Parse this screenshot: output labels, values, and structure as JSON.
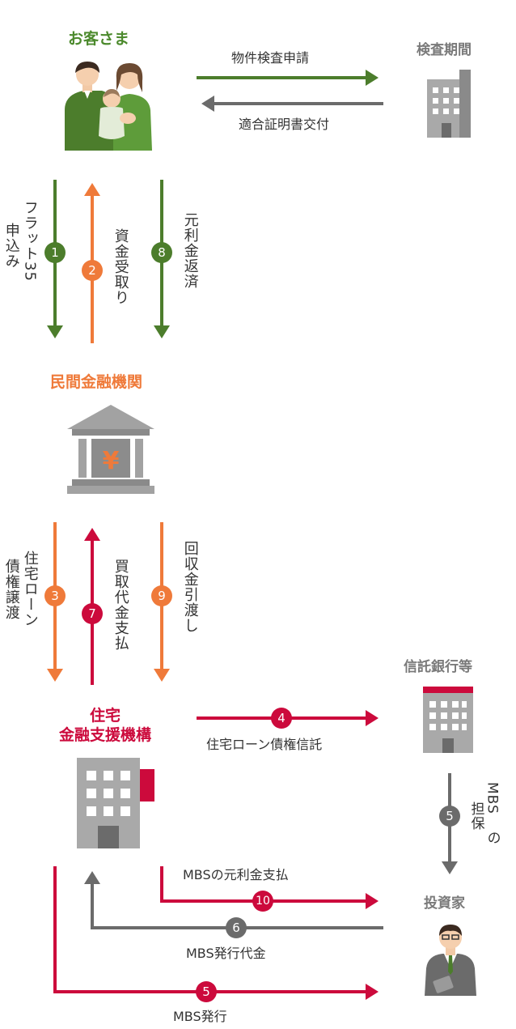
{
  "nodes": {
    "customer": "お客さま",
    "inspection": "検査期間",
    "private_bank": "民間金融機関",
    "jhf_line1": "住宅",
    "jhf_line2": "金融支援機構",
    "trust_bank": "信託銀行等",
    "investor": "投資家"
  },
  "flows": {
    "inspection_request": "物件検査申請",
    "certificate_issue": "適合証明書交付",
    "f1_num": "1",
    "f1_label_a": "フラット35",
    "f1_label_b": "申込み",
    "f2_num": "2",
    "f2_label": "資金受取り",
    "f8_num": "8",
    "f8_label": "元利金返済",
    "f3_num": "3",
    "f3_label_a": "住宅ローン",
    "f3_label_b": "債権譲渡",
    "f7_num": "7",
    "f7_label": "買取代金支払",
    "f9_num": "9",
    "f9_label": "回収金引渡し",
    "f4_num": "4",
    "f4_label": "住宅ローン債権信託",
    "f5a_num": "5",
    "f5a_label_a": "MBS",
    "f5a_label_b": "の",
    "f5a_label_c": "担保",
    "f10_num": "10",
    "f10_label": "MBSの元利金支払",
    "f6_num": "6",
    "f6_label": "MBS発行代金",
    "f5b_num": "5",
    "f5b_label": "MBS発行"
  },
  "colors": {
    "green": "#4c7d2c",
    "grey": "#6b6b6b",
    "orange": "#ef7a3a",
    "red": "#cc0a3c"
  },
  "icons": [
    "family-icon",
    "building-icon",
    "bank-icon",
    "office-building-icon",
    "trust-building-icon",
    "investor-icon"
  ]
}
